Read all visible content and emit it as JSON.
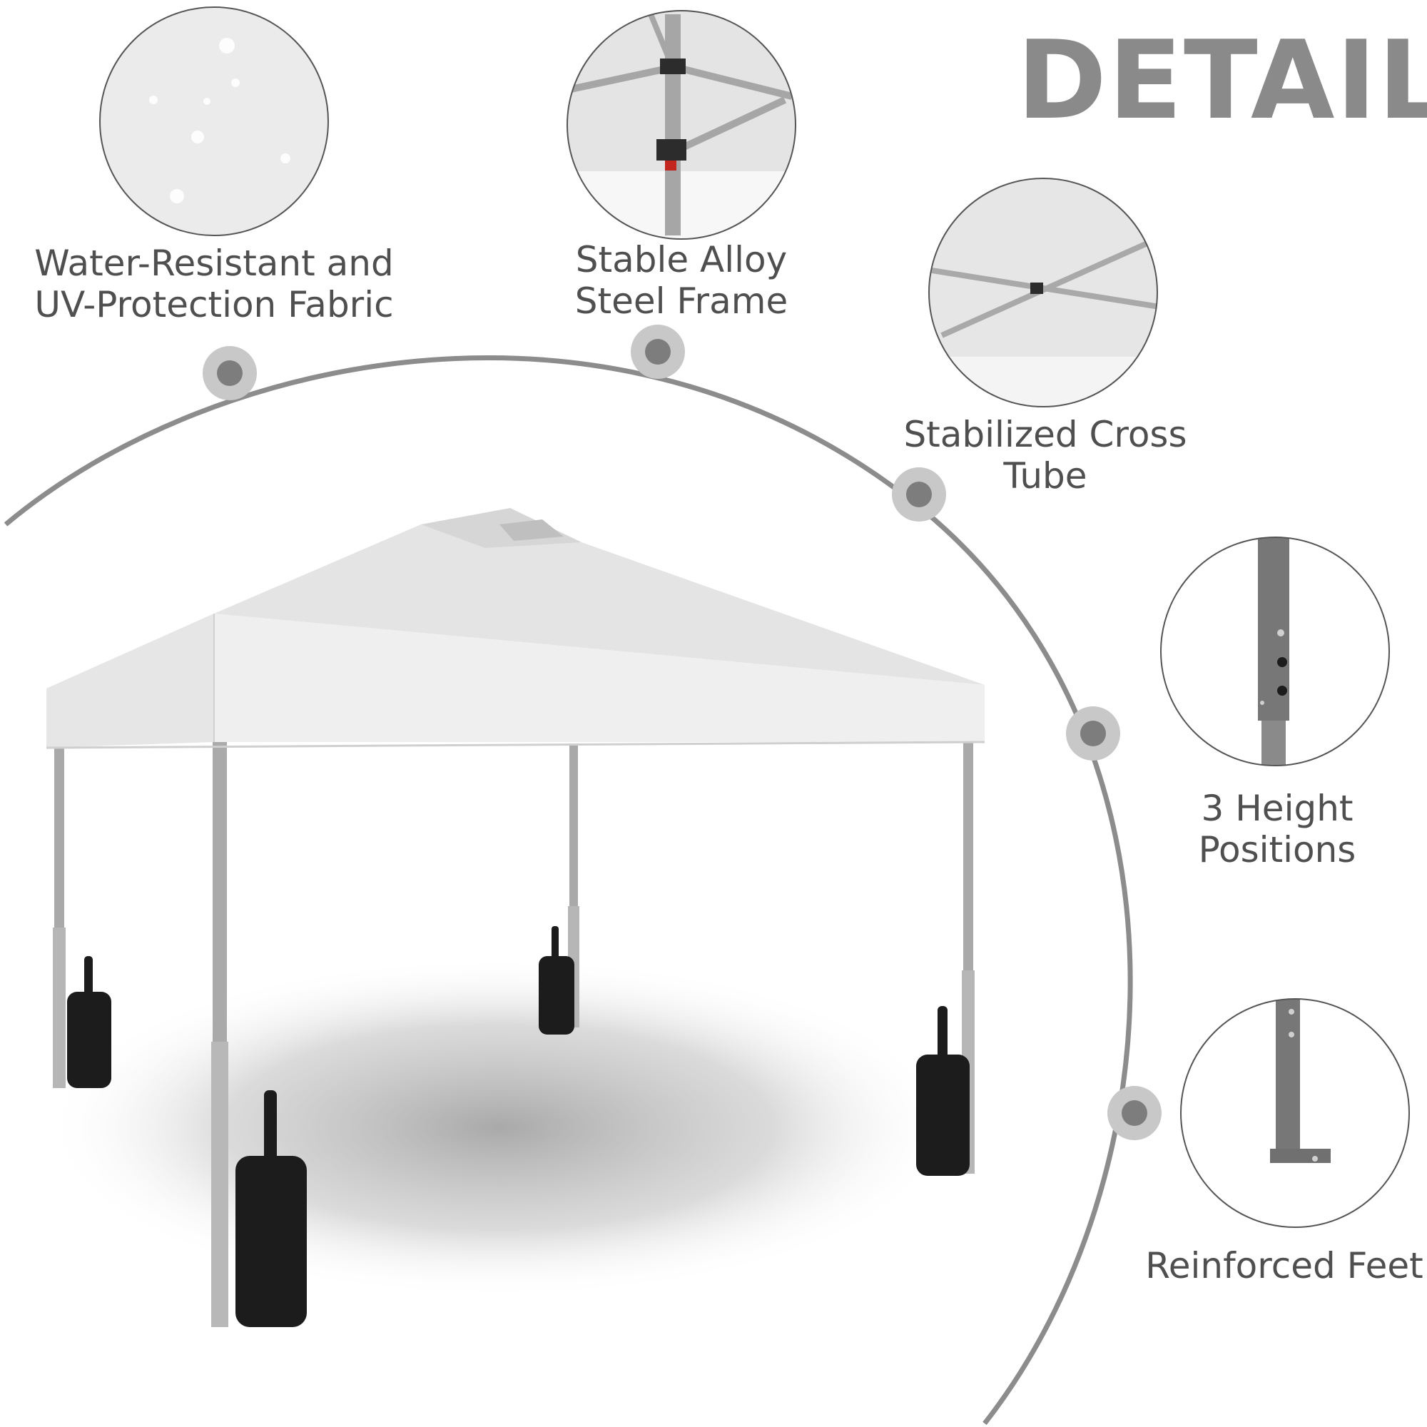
{
  "title": "DETAIL",
  "features": [
    {
      "lines": [
        "Water-Resistant and",
        "UV-Protection Fabric"
      ]
    },
    {
      "lines": [
        "Stable Alloy",
        "Steel Frame"
      ]
    },
    {
      "lines": [
        "Stabilized Cross",
        "Tube"
      ]
    },
    {
      "lines": [
        "3 Height",
        "Positions"
      ]
    },
    {
      "lines": [
        "Reinforced Feet"
      ]
    }
  ],
  "colors": {
    "title": "#8a8a8a",
    "label": "#4f4f4f",
    "arc": "#8c8c8c",
    "marker_halo": "#c8c8c8",
    "marker_core": "#7d7d7d",
    "canopy": "#ececec",
    "frame": "#a9a9a9",
    "sandbag": "#1c1c1c"
  },
  "icons": [
    "water-drop-icon",
    "frame-joint-icon",
    "cross-tube-icon",
    "height-pin-icon",
    "foot-plate-icon",
    "sandbag-icon"
  ]
}
